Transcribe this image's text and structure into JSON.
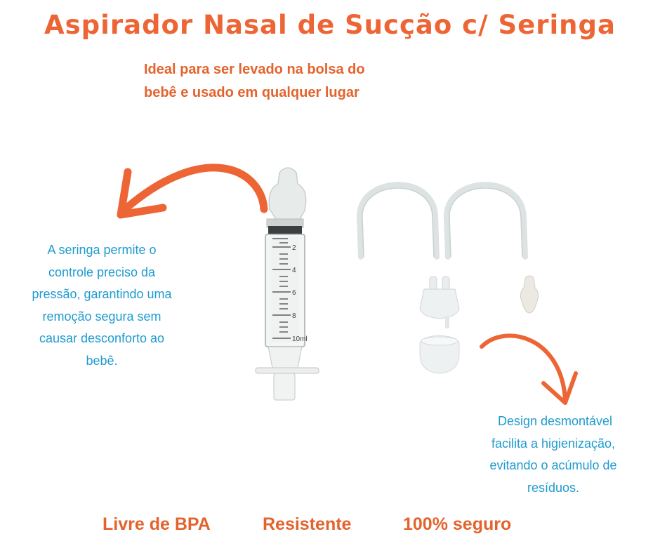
{
  "title": "Aspirador Nasal de Sucção c/ Seringa",
  "subtitle": {
    "line1": "Ideal para ser levado na bolsa do",
    "line2": "bebê e usado em qualquer lugar"
  },
  "left_description": [
    "A  seringa permite o",
    "controle preciso da",
    "pressão, garantindo uma",
    "remoção segura sem",
    "causar desconforto ao",
    "bebê."
  ],
  "right_description": [
    " Design desmontável",
    "facilita a higienização,",
    "evitando o acúmulo de",
    "resíduos."
  ],
  "syringe_scale": [
    "2",
    "4",
    "6",
    "8",
    "10ml"
  ],
  "footer": {
    "item1": "Livre de BPA",
    "item2": "Resistente",
    "item3": "100% seguro"
  },
  "colors": {
    "orange": "#ee6535",
    "blue": "#1e9bcf"
  }
}
